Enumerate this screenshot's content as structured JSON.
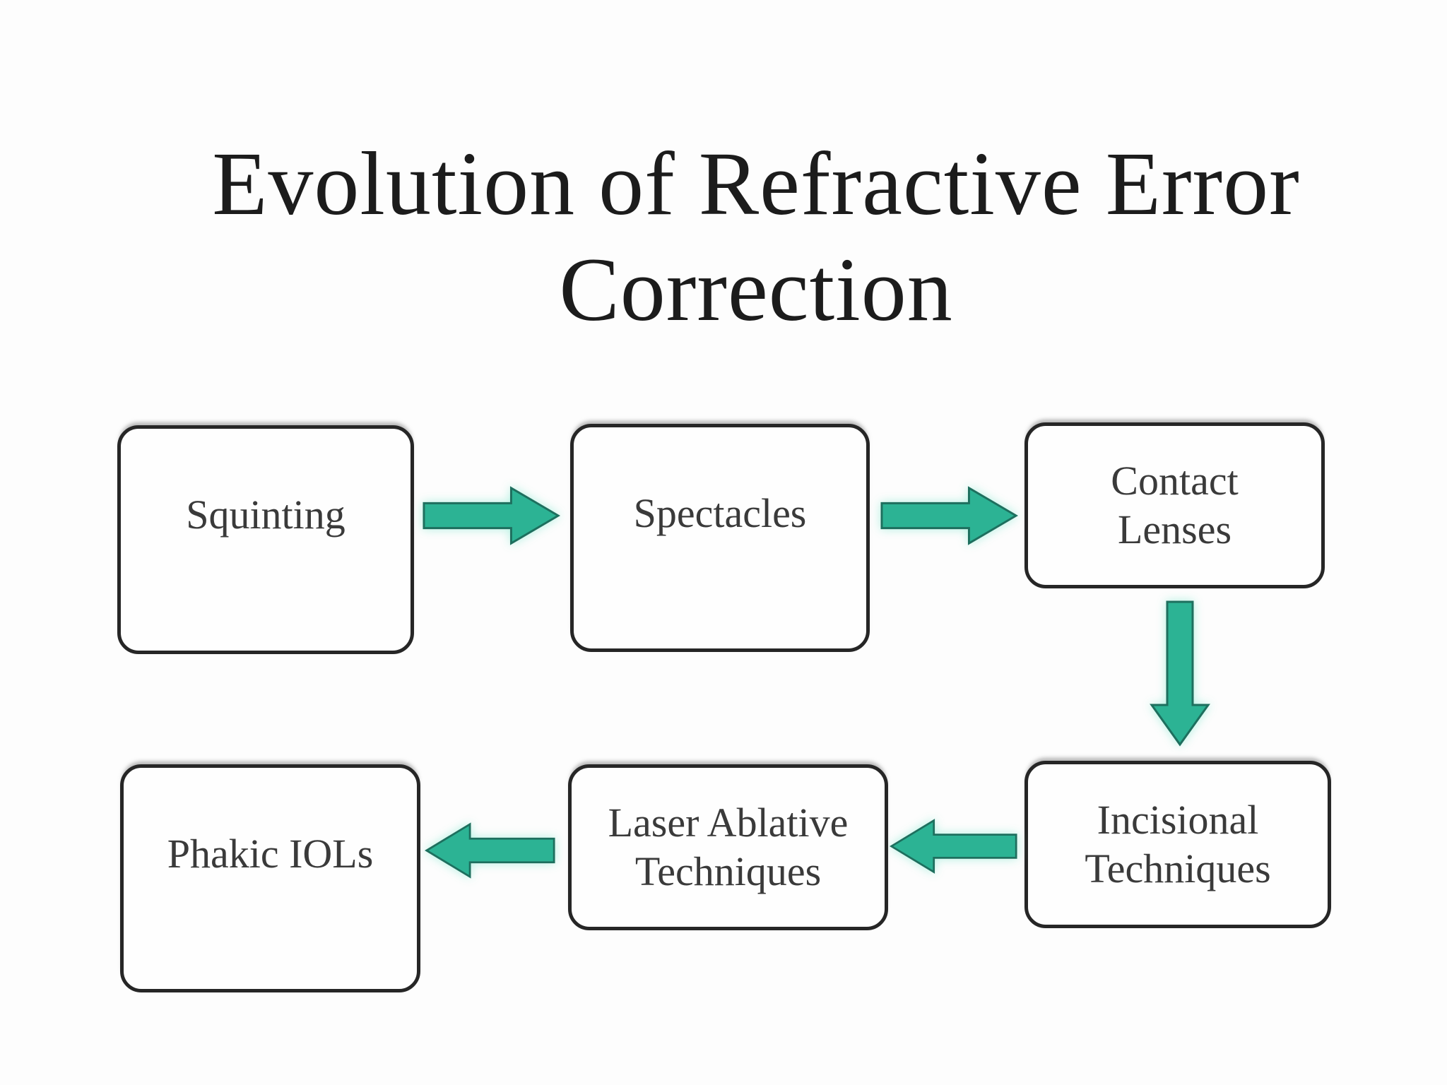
{
  "slide": {
    "title_line1": "Evolution of Refractive Error",
    "title_line2": "Correction"
  },
  "diagram": {
    "type": "flowchart",
    "flow_order": [
      "Squinting",
      "Spectacles",
      "Contact Lenses",
      "Incisional Techniques",
      "Laser Ablative Techniques",
      "Phakic IOLs"
    ],
    "nodes": [
      {
        "id": "squinting",
        "label": "Squinting",
        "lines": [
          "Squinting"
        ]
      },
      {
        "id": "spectacles",
        "label": "Spectacles",
        "lines": [
          "Spectacles"
        ]
      },
      {
        "id": "contact-lenses",
        "label": "Contact Lenses",
        "lines": [
          "Contact",
          "Lenses"
        ]
      },
      {
        "id": "incisional-techniques",
        "label": "Incisional Techniques",
        "lines": [
          "Incisional",
          "Techniques"
        ]
      },
      {
        "id": "laser-ablative-techniques",
        "label": "Laser Ablative Techniques",
        "lines": [
          "Laser Ablative",
          "Techniques"
        ]
      },
      {
        "id": "phakic-iols",
        "label": "Phakic IOLs",
        "lines": [
          "Phakic IOLs"
        ]
      }
    ],
    "connections": [
      {
        "from": "Squinting",
        "to": "Spectacles",
        "direction": "right"
      },
      {
        "from": "Spectacles",
        "to": "Contact Lenses",
        "direction": "right"
      },
      {
        "from": "Contact Lenses",
        "to": "Incisional Techniques",
        "direction": "down"
      },
      {
        "from": "Incisional Techniques",
        "to": "Laser Ablative Techniques",
        "direction": "left"
      },
      {
        "from": "Laser Ablative Techniques",
        "to": "Phakic IOLs",
        "direction": "left"
      }
    ],
    "colors": {
      "background": "#fdfdfd",
      "arrow_fill": "#2cb394",
      "arrow_outline": "#1e6f5e",
      "box_border": "#262626",
      "box_fill": "#fefefe",
      "label_text": "#3a3a3a",
      "title_text": "#1c1c1c"
    }
  }
}
